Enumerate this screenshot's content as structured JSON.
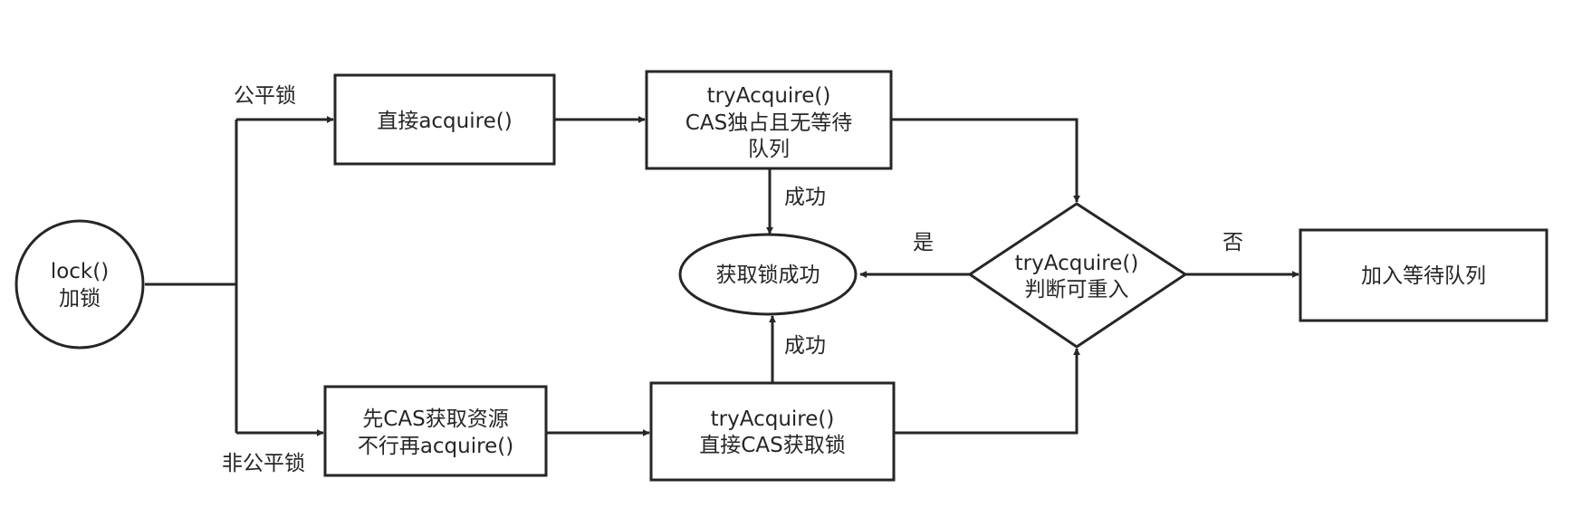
{
  "nodes": {
    "lock_circle": [
      "lock()",
      "加锁"
    ],
    "fair_acquire": [
      "直接acquire()"
    ],
    "fair_try": [
      "tryAcquire()",
      "CAS独占且无等待",
      "队列"
    ],
    "success": [
      "获取锁成功"
    ],
    "reentrant": [
      "tryAcquire()",
      "判断可重入"
    ],
    "enqueue": [
      "加入等待队列"
    ],
    "unfair_cas": [
      "先CAS获取资源",
      "不行再acquire()"
    ],
    "unfair_try": [
      "tryAcquire()",
      "直接CAS获取锁"
    ]
  },
  "edge_labels": {
    "fair": "公平锁",
    "unfair": "非公平锁",
    "fair_success": "成功",
    "unfair_success": "成功",
    "yes": "是",
    "no": "否"
  },
  "colors": {
    "stroke": "#262626",
    "background": "#ffffff"
  }
}
